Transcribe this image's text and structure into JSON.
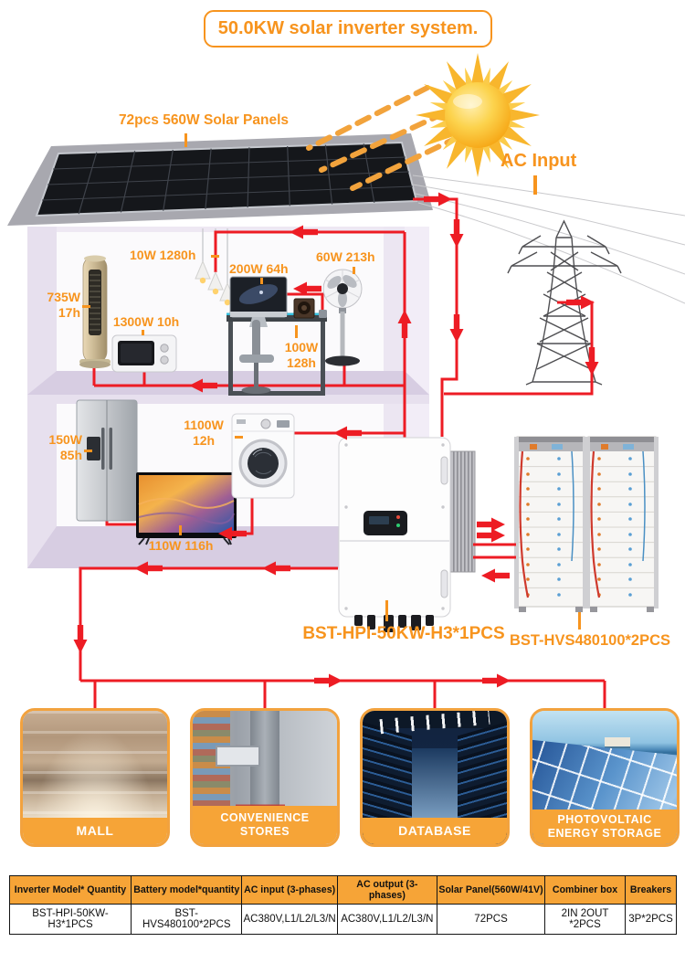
{
  "title": "50.0KW solar inverter system.",
  "labels": {
    "solar_panels": "72pcs 560W Solar Panels",
    "ac_input": "AC Input",
    "lamp": "10W 1280h",
    "computer": "200W 64h",
    "fan": "60W 213h",
    "tower_fan": "735W\n17h",
    "microwave": "1300W 10h",
    "speaker": "100W\n128h",
    "fridge": "150W\n85h",
    "washer": "1100W\n12h",
    "tv": "110W 116h",
    "inverter": "BST-HPI-50KW-H3*1PCS",
    "battery": "BST-HVS480100*2PCS"
  },
  "sectors": [
    {
      "label": "MALL"
    },
    {
      "label": "CONVENIENCE STORES"
    },
    {
      "label": "DATABASE"
    },
    {
      "label": "PHOTOVOLTAIC\nENERGY STORAGE"
    }
  ],
  "table": {
    "headers": [
      "Inverter Model* Quantity",
      "Battery model*quantity",
      "AC input (3-phases)",
      "AC output (3-phases)",
      "Solar Panel(560W/41V)",
      "Combiner box",
      "Breakers"
    ],
    "rows": [
      [
        "BST-HPI-50KW-H3*1PCS",
        "BST-HVS480100*2PCS",
        "AC380V,L1/L2/L3/N",
        "AC380V,L1/L2/L3/N",
        "72PCS",
        "2IN 2OUT *2PCS",
        "3P*2PCS"
      ]
    ]
  },
  "colors": {
    "accent_orange": "#F7941E",
    "wire_red": "#ED1C24",
    "table_header_bg": "#F6A437",
    "banner_orange": "#F6A437"
  }
}
